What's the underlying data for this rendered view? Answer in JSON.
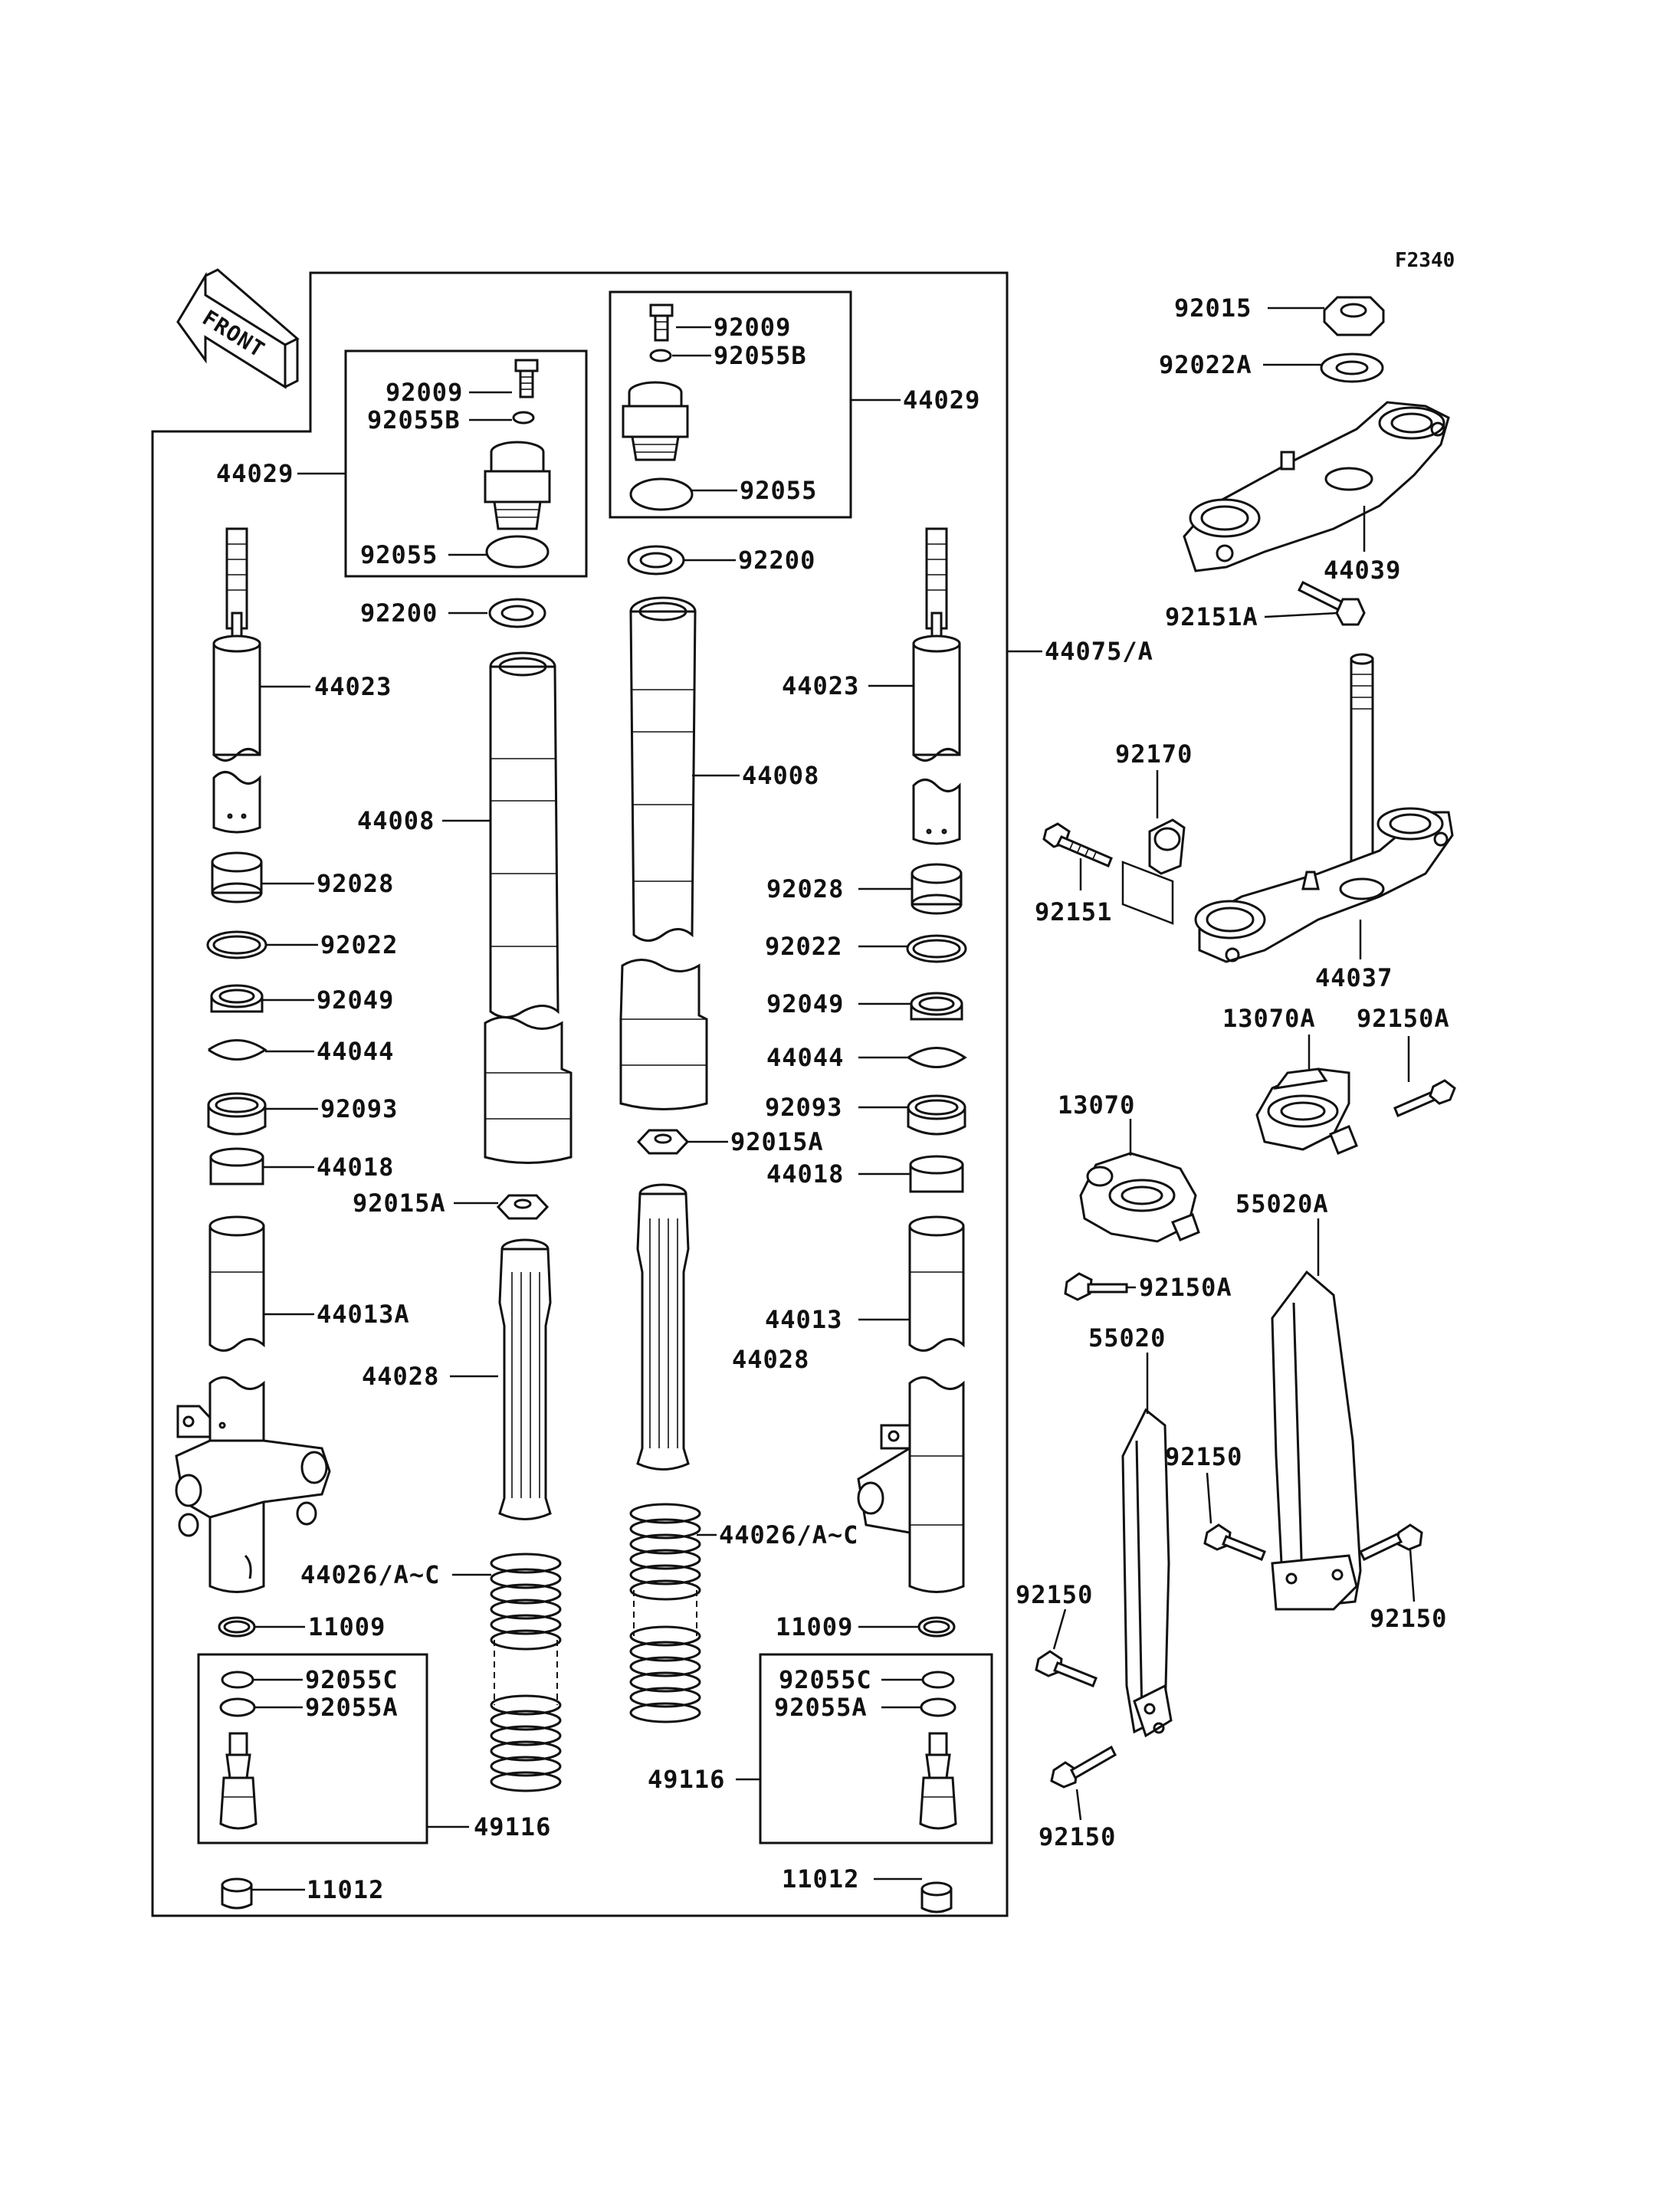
{
  "diagram": {
    "code": "F2340",
    "front_badge": "FRONT"
  },
  "labels": {
    "l_92009_left": "92009",
    "l_92055B_left": "92055B",
    "l_44029_left": "44029",
    "l_92055_left": "92055",
    "l_92200_left": "92200",
    "l_44023_left": "44023",
    "l_44008_left": "44008",
    "l_92028_left": "92028",
    "l_92022_left": "92022",
    "l_92049_left": "92049",
    "l_44044_left": "44044",
    "l_92093_left": "92093",
    "l_44018_left": "44018",
    "l_92015A_left": "92015A",
    "l_44013A": "44013A",
    "l_44028_left": "44028",
    "l_44026_left": "44026/A~C",
    "l_11009_left": "11009",
    "l_92055C_left": "92055C",
    "l_92055A_left": "92055A",
    "l_49116_left": "49116",
    "l_11012_left": "11012",
    "l_92009_right": "92009",
    "l_92055B_right": "92055B",
    "l_44029_right": "44029",
    "l_92055_right": "92055",
    "l_92200_right": "92200",
    "l_44008_right": "44008",
    "l_44023_right": "44023",
    "l_92028_right": "92028",
    "l_92022_right": "92022",
    "l_92049_right": "92049",
    "l_44044_right": "44044",
    "l_92093_right": "92093",
    "l_92015A_right": "92015A",
    "l_44018_right": "44018",
    "l_44013": "44013",
    "l_44028_right": "44028",
    "l_44026_right": "44026/A~C",
    "l_11009_right": "11009",
    "l_92055C_right": "92055C",
    "l_92055A_right": "92055A",
    "l_49116_right": "49116",
    "l_11012_right": "11012",
    "l_44075": "44075/A",
    "l_92015_top": "92015",
    "l_92022A": "92022A",
    "l_44039": "44039",
    "l_92151A": "92151A",
    "l_92170": "92170",
    "l_92151": "92151",
    "l_44037": "44037",
    "l_13070A": "13070A",
    "l_92150A_top": "92150A",
    "l_13070": "13070",
    "l_92150A_bot": "92150A",
    "l_55020A": "55020A",
    "l_55020": "55020",
    "l_92150_a": "92150",
    "l_92150_b": "92150",
    "l_92150_c": "92150",
    "l_92150_d": "92150"
  }
}
